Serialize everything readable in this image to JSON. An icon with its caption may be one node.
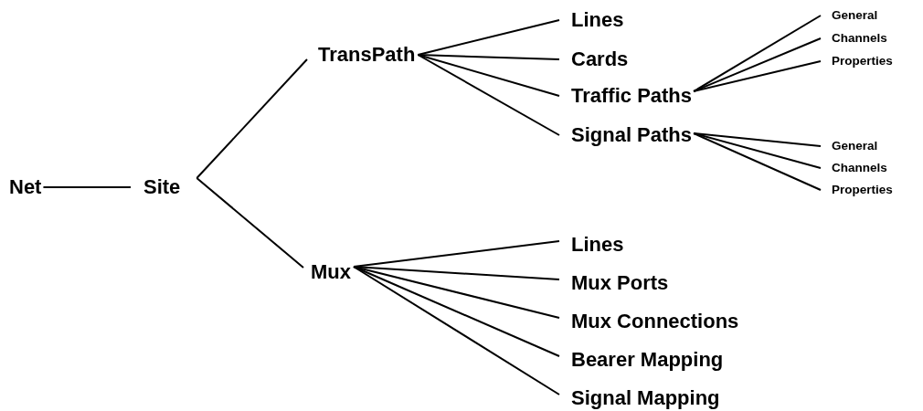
{
  "diagram": {
    "nodes": [
      {
        "text": [
          "Net"
        ]
      },
      {
        "text": [
          "Site"
        ]
      },
      {
        "text": [
          "TransPath"
        ]
      },
      {
        "text": [
          "Lines"
        ]
      },
      {
        "text": [
          "Cards"
        ]
      },
      {
        "text": [
          "Traffic Paths"
        ]
      },
      {
        "text": [
          "Signal Paths"
        ]
      },
      {
        "text": [
          "General"
        ]
      },
      {
        "text": [
          "Channels"
        ]
      },
      {
        "text": [
          "Properties"
        ]
      },
      {
        "text": [
          "General"
        ]
      },
      {
        "text": [
          "Channels"
        ]
      },
      {
        "text": [
          "Properties"
        ]
      },
      {
        "text": [
          "Mux"
        ]
      },
      {
        "text": [
          "Lines"
        ]
      },
      {
        "text": [
          "Mux Ports"
        ]
      },
      {
        "text": [
          "Mux Connections"
        ]
      },
      {
        "text": [
          "Bearer Mapping"
        ]
      },
      {
        "text": [
          "Signal Mapping"
        ]
      }
    ],
    "edges": [
      {
        "from": 0,
        "to": 1,
        "arrow": "none"
      },
      {
        "from": 1,
        "to": 2,
        "arrow": "none"
      },
      {
        "from": 1,
        "to": 13,
        "arrow": "none"
      },
      {
        "from": 2,
        "to": 3,
        "arrow": "none"
      },
      {
        "from": 2,
        "to": 4,
        "arrow": "none"
      },
      {
        "from": 2,
        "to": 5,
        "arrow": "none"
      },
      {
        "from": 2,
        "to": 6,
        "arrow": "none"
      },
      {
        "from": 5,
        "to": 7,
        "arrow": "none"
      },
      {
        "from": 5,
        "to": 8,
        "arrow": "none"
      },
      {
        "from": 5,
        "to": 9,
        "arrow": "none"
      },
      {
        "from": 6,
        "to": 10,
        "arrow": "none"
      },
      {
        "from": 6,
        "to": 11,
        "arrow": "none"
      },
      {
        "from": 6,
        "to": 12,
        "arrow": "none"
      },
      {
        "from": 13,
        "to": 14,
        "arrow": "none"
      },
      {
        "from": 13,
        "to": 15,
        "arrow": "none"
      },
      {
        "from": 13,
        "to": 16,
        "arrow": "none"
      },
      {
        "from": 13,
        "to": 17,
        "arrow": "none"
      },
      {
        "from": 13,
        "to": 18,
        "arrow": "none"
      }
    ]
  }
}
